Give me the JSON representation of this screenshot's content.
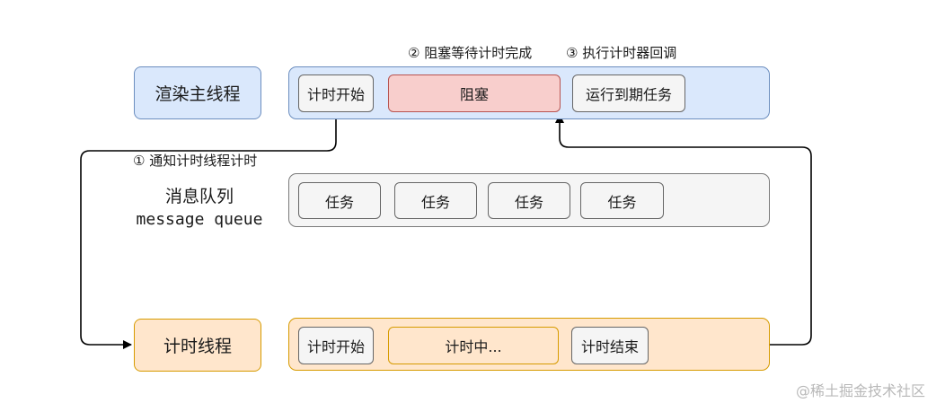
{
  "annotations": {
    "blocking_wait": "② 阻塞等待计时完成",
    "run_callback": "③ 执行计时器回调",
    "notify_timer": "① 通知计时线程计时"
  },
  "render_thread": {
    "label": "渲染主线程",
    "timer_start": "计时开始",
    "blocked": "阻塞",
    "run_due_task": "运行到期任务"
  },
  "message_queue": {
    "label_cn": "消息队列",
    "label_en": "message queue",
    "tasks": [
      "任务",
      "任务",
      "任务",
      "任务"
    ]
  },
  "timer_thread": {
    "label": "计时线程",
    "timer_start": "计时开始",
    "timing": "计时中...",
    "timer_end": "计时结束"
  },
  "watermark": "@稀土掘金技术社区"
}
